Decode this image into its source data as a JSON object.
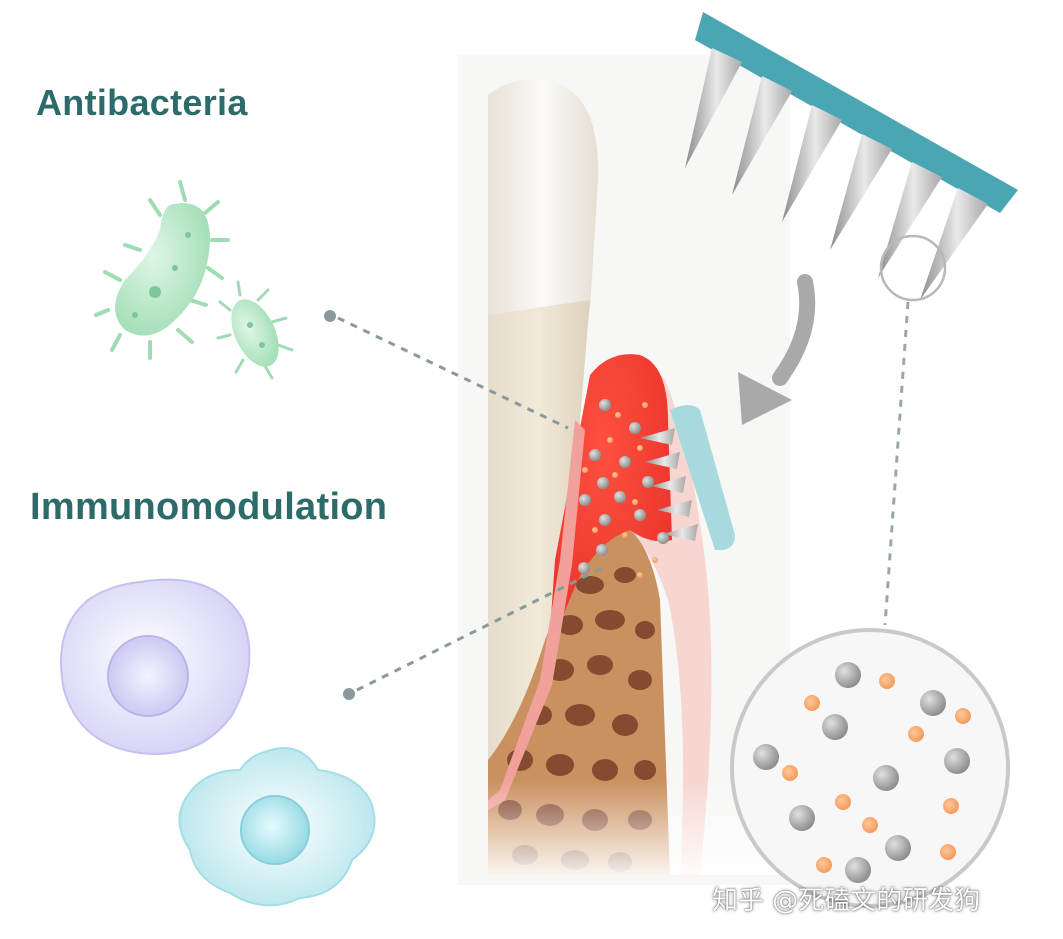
{
  "labels": {
    "antibacteria": "Antibacteria",
    "immunomodulation": "Immunomodulation"
  },
  "watermark": "知乎 @死磕文的研发狗",
  "colors": {
    "label_teal": "#2d6b6b",
    "patch_backing": "#4aa6b3",
    "needle_gray": "#bfbfbf",
    "gingiva_red": "#e8322a",
    "bacteria_green": "#8fd9a8",
    "cell_purple": "#c9c8f3",
    "cell_cyan": "#aee3ea",
    "particle_gray": "#9a9a9a",
    "particle_orange": "#f5a462"
  },
  "icons": {
    "bacteria": "bacteria-icon",
    "immune_cell": "immune-cell-icon",
    "microneedle": "microneedle-patch-icon",
    "magnifier": "magnifier-circle-icon"
  }
}
